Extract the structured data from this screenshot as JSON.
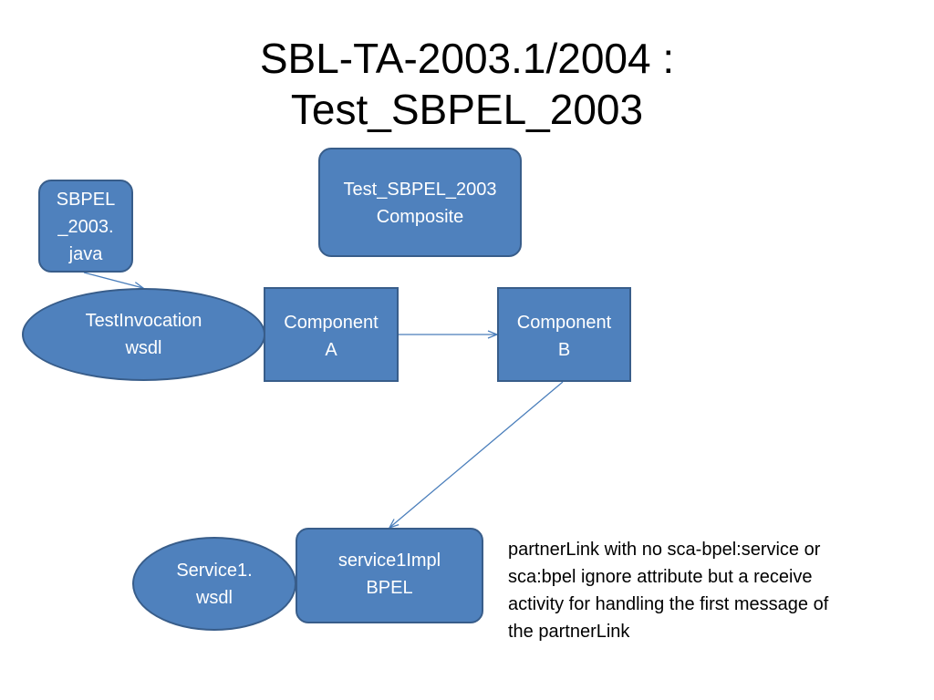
{
  "title": {
    "line1": "SBL-TA-2003.1/2004 :",
    "line2": "Test_SBPEL_2003"
  },
  "nodes": {
    "composite": {
      "line1": "Test_SBPEL_2003",
      "line2": "Composite"
    },
    "java_client": {
      "line1": "SBPEL",
      "line2": "_2003.",
      "line3": "java"
    },
    "test_invocation": {
      "line1": "TestInvocation",
      "line2": "wsdl"
    },
    "component_a": {
      "line1": "Component",
      "line2": "A"
    },
    "component_b": {
      "line1": "Component",
      "line2": "B"
    },
    "service1_impl": {
      "line1": "service1Impl",
      "line2": "BPEL"
    },
    "service1_wsdl": {
      "line1": "Service1.",
      "line2": "wsdl"
    }
  },
  "note": {
    "line1": "partnerLink with no sca-bpel:service or",
    "line2": "sca:bpel ignore attribute but a receive",
    "line3": "activity for handling the first message of",
    "line4": "the partnerLink"
  },
  "colors": {
    "node_fill": "#4f81bd",
    "node_border": "#385d8a",
    "connector": "#4a7ebb"
  }
}
